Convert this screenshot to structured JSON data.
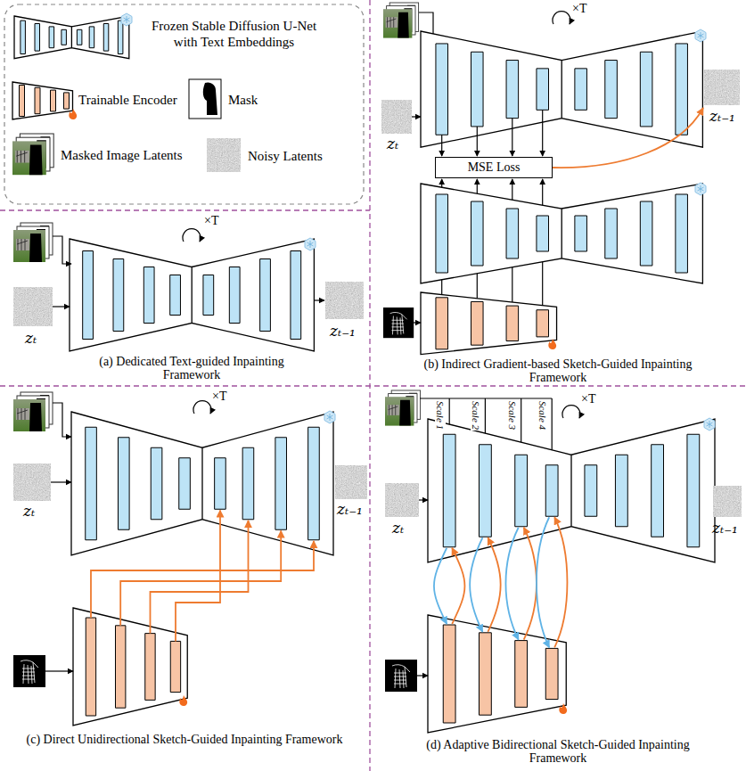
{
  "diagram": {
    "nodes": [
      {
        "text": [
          "MSE Loss"
        ]
      }
    ],
    "labels": [
      "×T",
      "zₜ",
      "zₜ₋₁",
      "(a) Dedicated Text-guided Inpainting Framework",
      "×T",
      "zₜ",
      "zₜ₋₁",
      "(b) Indirect Gradient-based Sketch-Guided Inpainting Framework",
      "×T",
      "zₜ",
      "zₜ₋₁",
      "(c) Direct Unidirectional Sketch-Guided Inpainting Framework",
      "Scale 1",
      "Scale 2",
      "Scale 3",
      "Scale 4",
      "×T",
      "zₜ",
      "zₜ₋₁",
      "(d) Adaptive Bidirectional Sketch-Guided Inpainting Framework"
    ],
    "legend": [
      {
        "text": "Frozen Stable Diffusion U-Net with Text Embeddings"
      },
      {
        "text": "Trainable Encoder"
      },
      {
        "text": "Mask"
      },
      {
        "text": "Masked Image Latents"
      },
      {
        "text": "Noisy Latents"
      }
    ]
  }
}
